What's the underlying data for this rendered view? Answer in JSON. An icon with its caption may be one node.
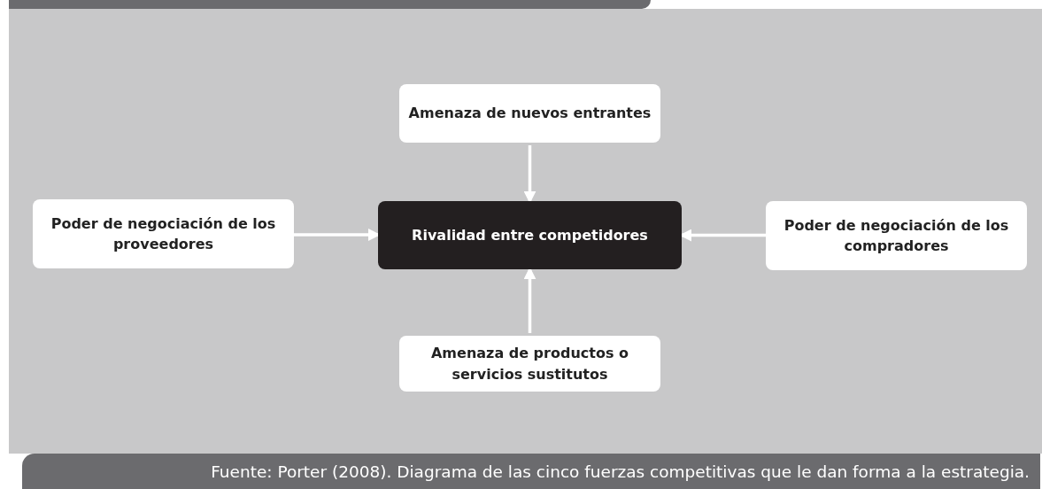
{
  "diagram": {
    "caption": "Fuente: Porter (2008). Diagrama de las cinco fuerzas competitivas que le dan forma a la estrategia.",
    "nodes": [
      {
        "text": [
          "Amenaza de nuevos entrantes"
        ]
      },
      {
        "text": [
          "Poder de negociación de los proveedores"
        ]
      },
      {
        "text": [
          "Rivalidad entre competidores"
        ]
      },
      {
        "text": [
          "Poder de negociación de los compradores"
        ]
      },
      {
        "text": [
          "Amenaza de productos o servicios sustitutos"
        ]
      }
    ],
    "edges": [
      {
        "from": 0,
        "to": 2,
        "arrow": "to"
      },
      {
        "from": 1,
        "to": 2,
        "arrow": "to"
      },
      {
        "from": 3,
        "to": 2,
        "arrow": "to"
      },
      {
        "from": 4,
        "to": 2,
        "arrow": "to"
      }
    ]
  }
}
